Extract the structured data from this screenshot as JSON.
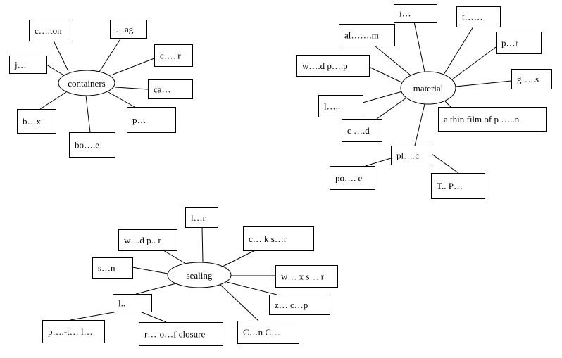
{
  "hubs": [
    {
      "label": "containers",
      "boxes": [
        "c….ton",
        "…ag",
        "j…",
        "c…. r",
        "ca…",
        "b…x",
        "p…",
        "bo….e"
      ]
    },
    {
      "label": "material",
      "boxes": [
        "i…",
        "t……",
        "al…….m",
        "p…r",
        "w….d p….p",
        "g…..s",
        "l…..",
        "c ….d",
        "a thin film of p …..n",
        "pl….c",
        "po…. e",
        "T.. P…"
      ]
    },
    {
      "label": "sealing",
      "boxes": [
        "l…r",
        "w…d p.. r",
        "c… k  s…r",
        "s…n",
        "w… x s… r",
        "l..",
        "z… c…p",
        "p….-t… l…",
        "r…-o…f closure",
        "C…n C…"
      ]
    }
  ]
}
